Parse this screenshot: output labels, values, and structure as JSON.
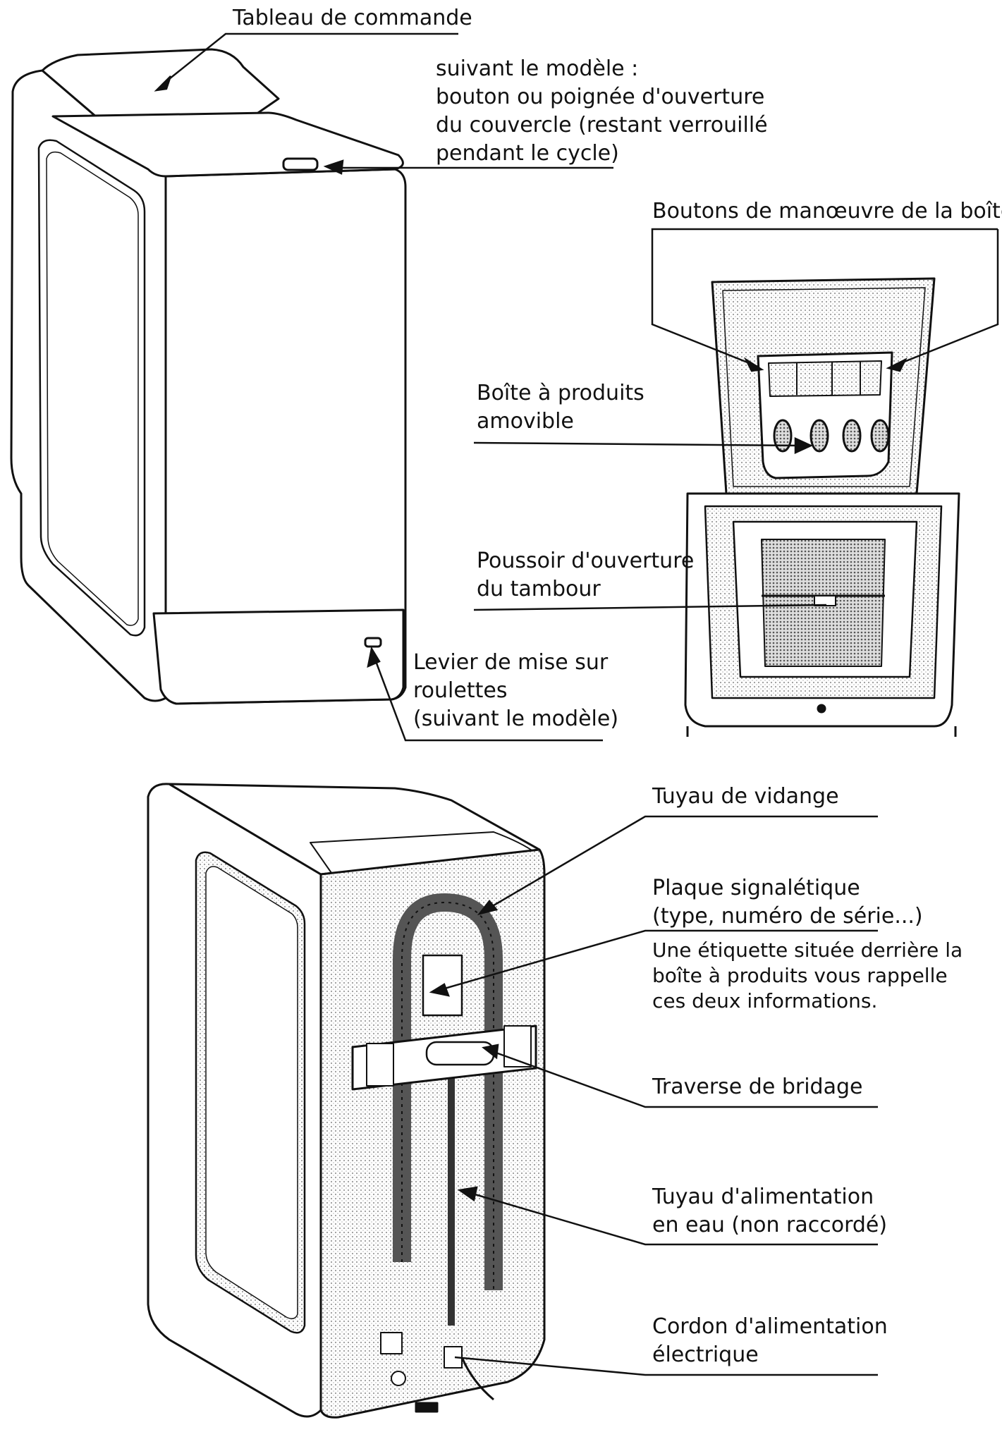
{
  "labels": {
    "tableau": "Tableau de commande",
    "suivant": [
      "suivant le modèle :",
      "bouton ou poignée d'ouverture",
      "du couvercle (restant verrouillé",
      "pendant le cycle)"
    ],
    "boutons_boite": "Boutons de manœuvre de la boîte",
    "boite_produits": [
      "Boîte à produits",
      "amovible"
    ],
    "poussoir": [
      "Poussoir d'ouverture",
      "du tambour"
    ],
    "levier": [
      "Levier de mise sur",
      "roulettes",
      "(suivant le modèle)"
    ],
    "tuyau_vidange": "Tuyau de vidange",
    "plaque": [
      "Plaque signalétique",
      "(type, numéro de série...)"
    ],
    "etiquette": [
      "Une étiquette située derrière la",
      "boîte à produits vous rappelle",
      "ces deux informations."
    ],
    "traverse": "Traverse de bridage",
    "tuyau_alim": [
      "Tuyau d'alimentation",
      "en eau (non raccordé)"
    ],
    "cordon": [
      "Cordon d'alimentation",
      "électrique"
    ]
  },
  "colors": {
    "ink": "#111111",
    "shade": "#8a8a8a",
    "hose": "#555555"
  }
}
